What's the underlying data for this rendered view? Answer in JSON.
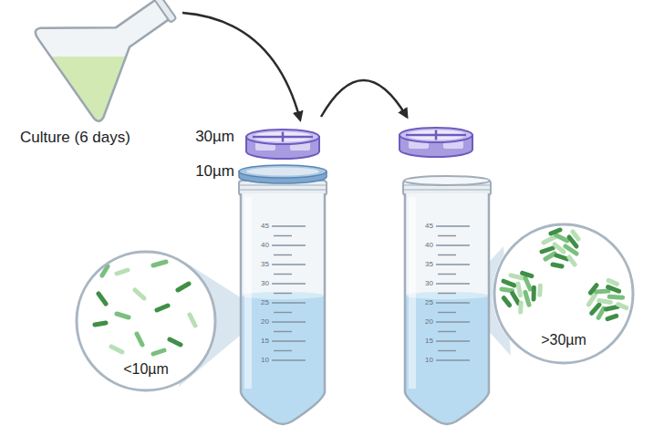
{
  "diagram": {
    "nodes": [
      {
        "text": [
          "<10µm"
        ]
      },
      {
        "text": [
          ">30µm"
        ]
      }
    ],
    "labels": [
      "Culture (6 days)",
      "30µm",
      "10µm",
      "45",
      "40",
      "35",
      "30",
      "25",
      "20",
      "15",
      "10",
      "45",
      "40",
      "35",
      "30",
      "25",
      "20",
      "15",
      "10"
    ]
  }
}
